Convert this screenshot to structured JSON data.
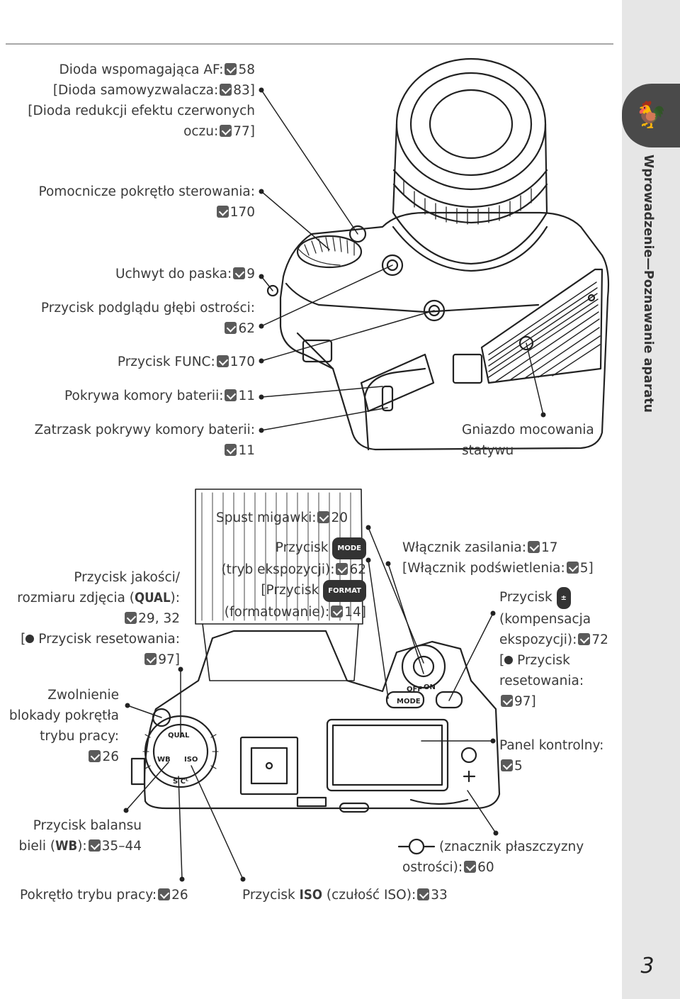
{
  "sidebar": {
    "section_title": "Wprowadzenie—Poznawanie aparatu",
    "tab_icon": "rooster-icon",
    "page_number": "3"
  },
  "front_view": {
    "af_lamp": {
      "l1": "Dioda wspomagająca AF:",
      "n1": "58",
      "l2": "[Dioda samowyzwalacza:",
      "n2": "83]",
      "l3": "[Dioda redukcji efektu czerwonych",
      "l4": "oczu:",
      "n4": "77]"
    },
    "sub_dial": {
      "l1": "Pomocnicze pokrętło sterowania:",
      "n": "170"
    },
    "strap": {
      "l1": "Uchwyt do paska:",
      "n": "9"
    },
    "dof": {
      "l1": "Przycisk podglądu głębi ostrości:",
      "n": "62"
    },
    "func": {
      "l1": "Przycisk FUNC:",
      "n": "170"
    },
    "battery_cover": {
      "l1": "Pokrywa komory baterii:",
      "n": "11"
    },
    "battery_latch": {
      "l1": "Zatrzask pokrywy komory baterii:",
      "n": "11"
    },
    "tripod": {
      "l1": "Gniazdo mocowania",
      "l2": "statywu"
    }
  },
  "top_view": {
    "shutter": {
      "l1": "Spust migawki:",
      "n": "20"
    },
    "mode": {
      "l1": "Przycisk",
      "key": "MODE",
      "l2": "(tryb ekspozycji):",
      "n2": "62",
      "l3": "[Przycisk",
      "key2": "FORMAT",
      "l4": "(formatowanie):",
      "n4": "14]"
    },
    "qual": {
      "l1": "Przycisk jakości/",
      "l2a": "rozmiaru zdjęcia (",
      "l2b": "QUAL",
      "l2c": "):",
      "n3": "29, 32",
      "l4": "Przycisk resetowania:",
      "n5": "97]"
    },
    "release": {
      "l1": "Zwolnienie",
      "l2": "blokady pokrętła",
      "l3": "trybu pracy:",
      "n": "26"
    },
    "power": {
      "l1": "Włącznik zasilania:",
      "n1": "17",
      "l2": "[Włącznik podświetlenia:",
      "n2": "5]"
    },
    "exp_comp": {
      "l1": "Przycisk",
      "l2": "(kompensacja",
      "l3": "ekspozycji):",
      "n3": "72",
      "l4": "Przycisk",
      "l5": "resetowania:",
      "n6": "97]"
    },
    "panel": {
      "l1": "Panel kontrolny:",
      "n": "5"
    },
    "wb": {
      "l1": "Przycisk balansu",
      "l2a": "bieli (",
      "l2b": "WB",
      "l2c": "):",
      "n": "35–44"
    },
    "focal": {
      "l1": "(znacznik płaszczyzny",
      "l2": "ostrości):",
      "n": "60"
    },
    "release_dial": {
      "l1": "Pokrętło trybu pracy:",
      "n": "26"
    },
    "iso": {
      "l1": "Przycisk",
      "l1b": "ISO",
      "l1c": "(czułość ISO):",
      "n": "33"
    },
    "dial_labels": {
      "qual": "QUAL",
      "wb": "WB",
      "iso": "ISO",
      "sc": "S Cᴸ",
      "off": "OFF",
      "on": "ON",
      "mode": "MODE"
    }
  }
}
